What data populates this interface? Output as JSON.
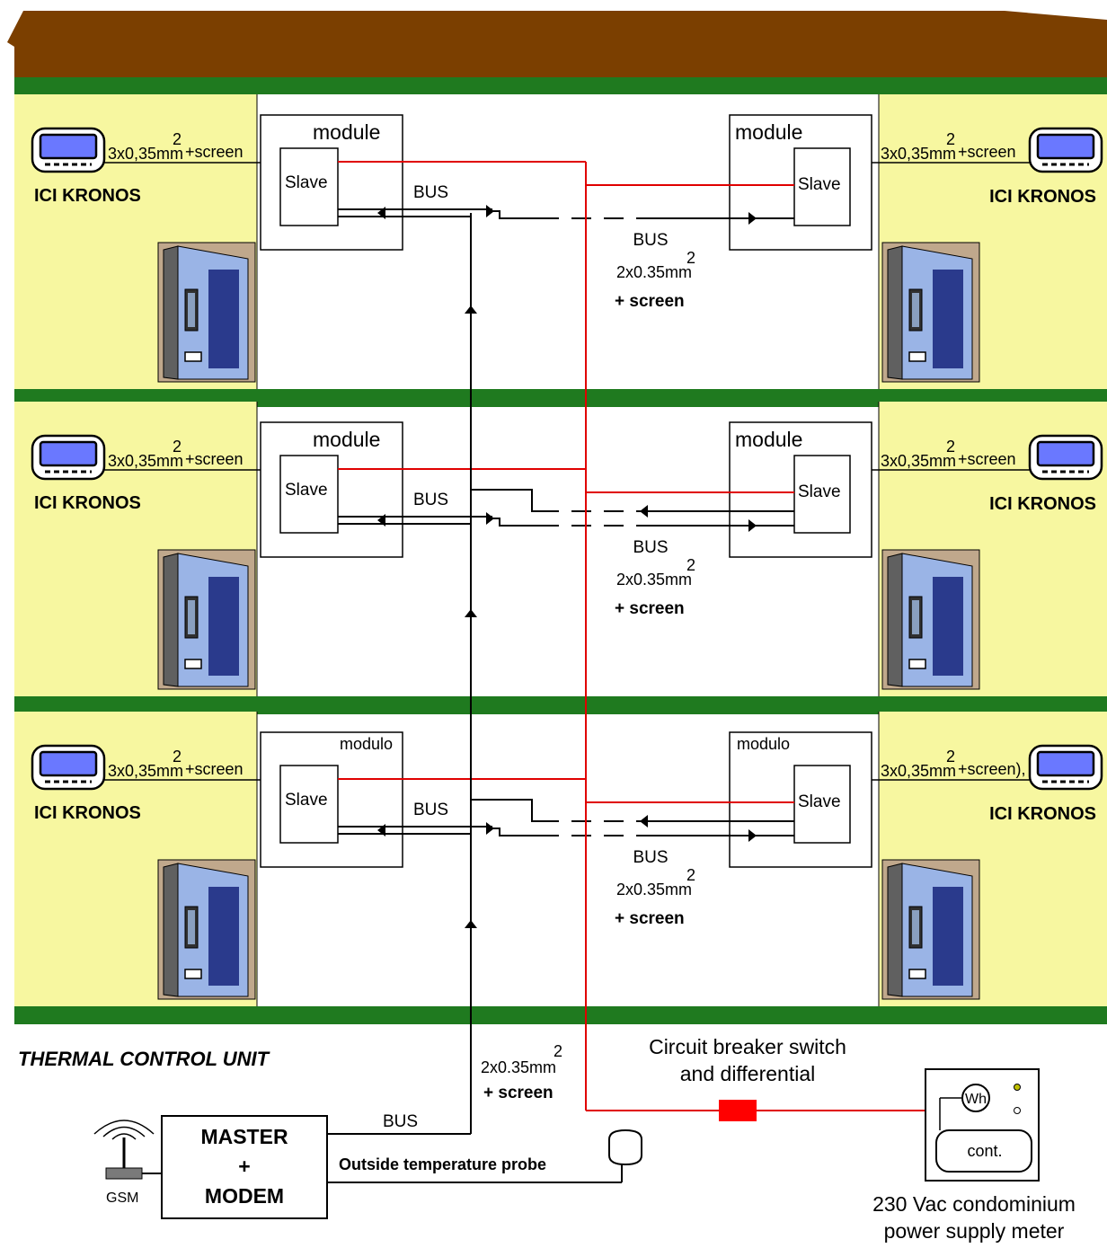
{
  "colors": {
    "roof": "#7b3f00",
    "floor_slab": "#1f7a1f",
    "wall": "#f7f7a0",
    "door_frame": "#c0a88c",
    "door_panel": "#9ab4e6",
    "door_window": "#2a3a8c",
    "power_line": "#e00000",
    "breaker": "#ff0000",
    "thermostat_screen": "#6a78ff"
  },
  "icons": {
    "thermostat": "thermostat-icon",
    "door": "door-icon",
    "antenna": "antenna-icon",
    "probe": "temperature-probe-icon",
    "meter": "power-meter-icon"
  },
  "floors": [
    {
      "left_module_label": "module",
      "right_module_label": "module",
      "left_slave": "Slave",
      "right_slave": "Slave",
      "bus_label": "BUS",
      "center_bus_label": "BUS",
      "center_spec": "2x0.35mm",
      "center_spec_exp": "2",
      "center_screen": "+ screen",
      "left_cable": "3x0,35mm",
      "left_cable_exp": "2",
      "left_cable_suffix": "+screen",
      "right_cable": "3x0,35mm",
      "right_cable_exp": "2",
      "right_cable_suffix": "+screen",
      "left_kronos": "ICI KRONOS",
      "right_kronos": "ICI KRONOS"
    },
    {
      "left_module_label": "module",
      "right_module_label": "module",
      "left_slave": "Slave",
      "right_slave": "Slave",
      "bus_label": "BUS",
      "center_bus_label": "BUS",
      "center_spec": "2x0.35mm",
      "center_spec_exp": "2",
      "center_screen": "+ screen",
      "left_cable": "3x0,35mm",
      "left_cable_exp": "2",
      "left_cable_suffix": "+screen",
      "right_cable": "3x0,35mm",
      "right_cable_exp": "2",
      "right_cable_suffix": "+screen",
      "left_kronos": "ICI KRONOS",
      "right_kronos": "ICI KRONOS"
    },
    {
      "left_module_label": "modulo",
      "right_module_label": "modulo",
      "left_slave": "Slave",
      "right_slave": "Slave",
      "bus_label": "BUS",
      "center_bus_label": "BUS",
      "center_spec": "2x0.35mm",
      "center_spec_exp": "2",
      "center_screen": "+ screen",
      "left_cable": "3x0,35mm",
      "left_cable_exp": "2",
      "left_cable_suffix": "+screen",
      "right_cable": "3x0,35mm",
      "right_cable_exp": "2",
      "right_cable_suffix": "+screen),",
      "left_kronos": "ICI KRONOS",
      "right_kronos": "ICI KRONOS"
    }
  ],
  "control_unit": {
    "title": "THERMAL CONTROL UNIT",
    "master_line1": "MASTER",
    "master_line2": "+",
    "master_line3": "MODEM",
    "gsm": "GSM",
    "bus_label": "BUS",
    "trunk_spec": "2x0.35mm",
    "trunk_spec_exp": "2",
    "trunk_screen": "+ screen",
    "probe_label": "Outside temperature probe"
  },
  "breaker": {
    "line1": "Circuit breaker switch",
    "line2": "and differential"
  },
  "meter": {
    "wh": "Wh",
    "cont": "cont.",
    "caption_line1": "230 Vac condominium",
    "caption_line2": "power supply meter"
  }
}
